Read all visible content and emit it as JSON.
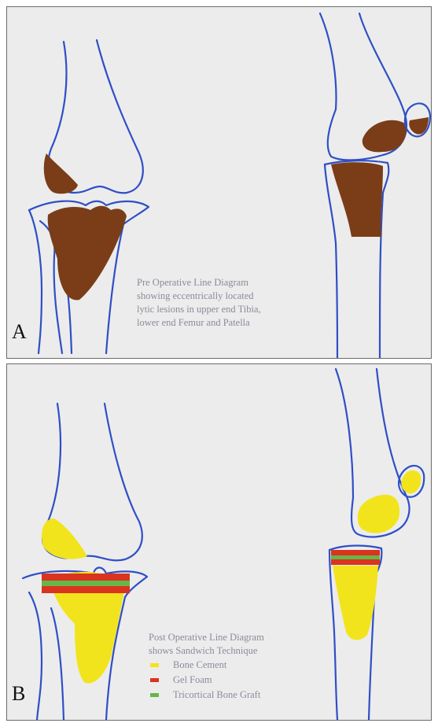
{
  "panels": [
    {
      "letter": "A",
      "caption_lines": [
        "Pre Operative Line Diagram",
        "showing eccentrically located",
        "lytic lesions in upper end Tibia,",
        "lower end Femur and Patella"
      ]
    },
    {
      "letter": "B",
      "caption_lines": [
        "Post Operative Line Diagram",
        "shows Sandwich Technique"
      ],
      "legend": [
        {
          "label": "Bone Cement",
          "color": "#f2e41c"
        },
        {
          "label": "Gel Foam",
          "color": "#d9341f"
        },
        {
          "label": "Tricortical Bone Graft",
          "color": "#69b548"
        }
      ]
    }
  ],
  "colors": {
    "bone_outline": "#2f4fc7",
    "lesion": "#7a3d18"
  }
}
